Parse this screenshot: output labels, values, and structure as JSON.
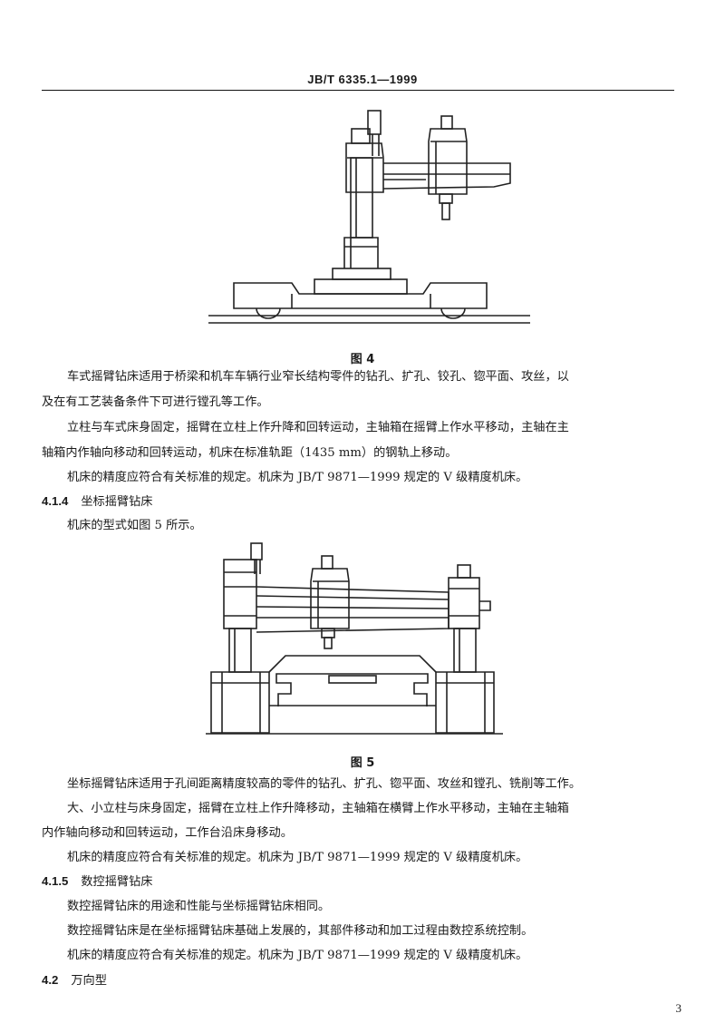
{
  "header": {
    "title": "JB/T 6335.1—1999"
  },
  "figure4": {
    "caption": "图 4"
  },
  "para_fig4": {
    "p1_l1": "车式摇臂钻床适用于桥梁和机车车辆行业窄长结构零件的钻孔、扩孔、铰孔、锪平面、攻丝，以",
    "p1_l2": "及在有工艺装备条件下可进行镗孔等工作。",
    "p2_l1": "立柱与车式床身固定，摇臂在立柱上作升降和回转运动，主轴箱在摇臂上作水平移动，主轴在主",
    "p2_l2": "轴箱内作轴向移动和回转运动，机床在标准轨距（1435 mm）的钢轨上移动。",
    "p3": "机床的精度应符合有关标准的规定。机床为 JB/T 9871—1999 规定的 V 级精度机床。"
  },
  "section_414": {
    "number": "4.1.4",
    "title": "坐标摇臂钻床",
    "intro": "机床的型式如图 5 所示。"
  },
  "figure5": {
    "caption": "图 5"
  },
  "para_fig5": {
    "p1": "坐标摇臂钻床适用于孔间距离精度较高的零件的钻孔、扩孔、锪平面、攻丝和镗孔、铣削等工作。",
    "p2_l1": "大、小立柱与床身固定，摇臂在立柱上作升降移动，主轴箱在横臂上作水平移动，主轴在主轴箱",
    "p2_l2": "内作轴向移动和回转运动，工作台沿床身移动。",
    "p3": "机床的精度应符合有关标准的规定。机床为 JB/T 9871—1999 规定的 V 级精度机床。"
  },
  "section_415": {
    "number": "4.1.5",
    "title": "数控摇臂钻床",
    "p1": "数控摇臂钻床的用途和性能与坐标摇臂钻床相同。",
    "p2": "数控摇臂钻床是在坐标摇臂钻床基础上发展的，其部件移动和加工过程由数控系统控制。",
    "p3": "机床的精度应符合有关标准的规定。机床为 JB/T 9871—1999 规定的 V 级精度机床。"
  },
  "section_42": {
    "number": "4.2",
    "title": "万向型"
  },
  "page": {
    "number": "3"
  }
}
